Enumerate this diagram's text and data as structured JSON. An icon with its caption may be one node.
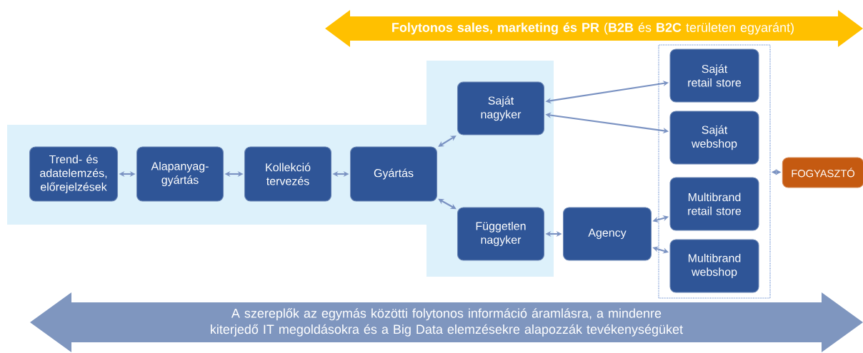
{
  "diagram": {
    "nodes": [
      {
        "text": [
          "**Folytonos sales, marketing és PR** (**B2B** és **B2C** területen egyaránt)"
        ]
      },
      {
        "text": [],
        "shape": "band"
      },
      {
        "text": [
          "Trend- és adatelemzés, előrejelzések"
        ],
        "in": 1
      },
      {
        "text": [
          "Alapanyag-gyártás"
        ],
        "in": 1
      },
      {
        "text": [
          "Kollekció tervezés"
        ],
        "in": 1
      },
      {
        "text": [
          "Gyártás"
        ],
        "in": 1
      },
      {
        "text": [
          "Saját nagyker"
        ],
        "in": 1
      },
      {
        "text": [
          "Független nagyker"
        ],
        "in": 1
      },
      {
        "text": [
          "Agency"
        ]
      },
      {
        "text": [],
        "shape": "box"
      },
      {
        "text": [
          "Saját retail store"
        ],
        "in": 9
      },
      {
        "text": [
          "Saját webshop"
        ],
        "in": 9
      },
      {
        "text": [
          "Multibrand retail store"
        ],
        "in": 9
      },
      {
        "text": [
          "Multibrand webshop"
        ],
        "in": 9
      },
      {
        "text": [
          "FOGYASZTÓ"
        ]
      },
      {
        "text": [
          "A szereplők az egymás közötti folytonos információ áramlásra, a mindenre kiterjedő IT megoldásokra és a Big Data elemzésekre alapozzák tevékenységüket"
        ]
      }
    ],
    "edges": [
      {
        "from": 2,
        "to": 3,
        "arrow": "both"
      },
      {
        "from": 3,
        "to": 4,
        "arrow": "both"
      },
      {
        "from": 4,
        "to": 5,
        "arrow": "both"
      },
      {
        "from": 5,
        "to": 6,
        "arrow": "both"
      },
      {
        "from": 5,
        "to": 7,
        "arrow": "both"
      },
      {
        "from": 6,
        "to": 10,
        "arrow": "both"
      },
      {
        "from": 6,
        "to": 11,
        "arrow": "both"
      },
      {
        "from": 7,
        "to": 8,
        "arrow": "both"
      },
      {
        "from": 8,
        "to": 12,
        "arrow": "both"
      },
      {
        "from": 8,
        "to": 13,
        "arrow": "both"
      },
      {
        "from": 9,
        "to": 14,
        "arrow": "both"
      }
    ]
  }
}
